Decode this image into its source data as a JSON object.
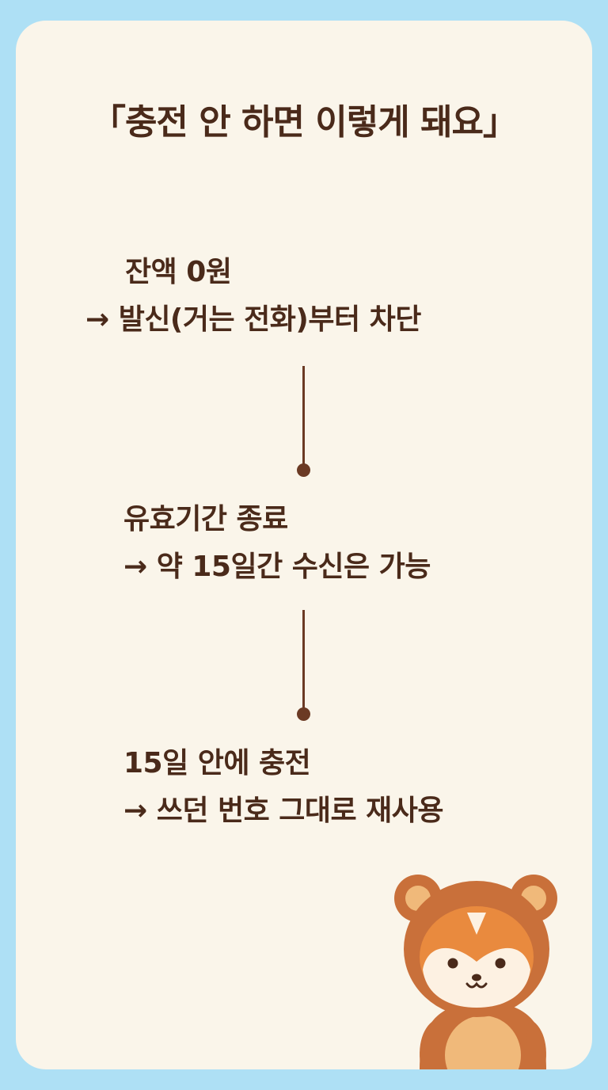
{
  "title": "「충전 안 하면 이렇게 돼요」",
  "steps": [
    {
      "line1": "잔액 0원",
      "line2": "→ 발신(거는 전화)부터 차단"
    },
    {
      "line1": "유효기간 종료",
      "line2": "→ 약 15일간 수신은 가능"
    },
    {
      "line1": "15일 안에 충전",
      "line2": "→ 쓰던 번호 그대로 재사용"
    }
  ],
  "colors": {
    "background": "#aee0f5",
    "card": "#faf5ea",
    "text": "#4a2a1a",
    "connector": "#6b3a24",
    "mascot_fur": "#c9703a",
    "mascot_face": "#e98a3e",
    "mascot_muzzle": "#fdf1e2",
    "mascot_inner": "#f0b97a"
  },
  "mascot": {
    "icon": "bear-costume-fox-mascot-icon"
  }
}
